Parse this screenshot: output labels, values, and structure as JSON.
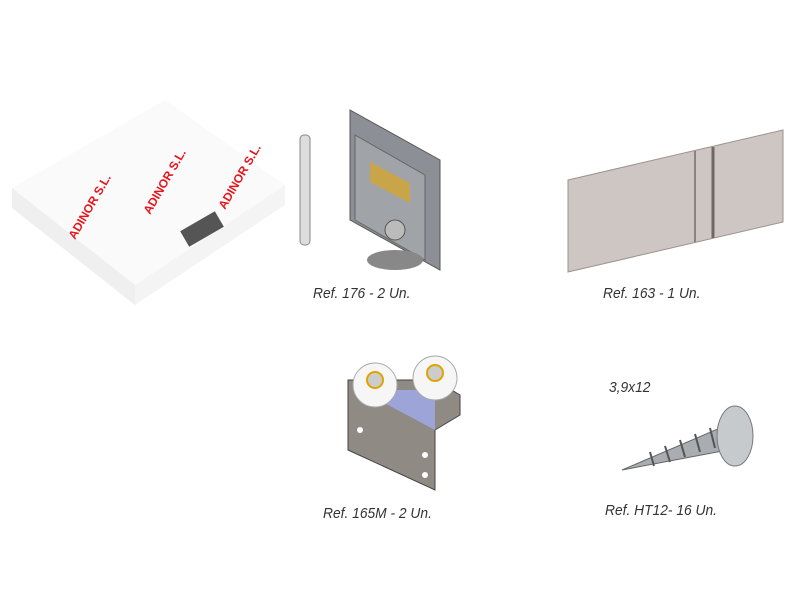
{
  "box": {
    "brand": "ADINOR S.L."
  },
  "items": [
    {
      "caption": "Ref. 176 - 2 Un."
    },
    {
      "caption": "Ref. 163 - 1 Un."
    },
    {
      "caption": "Ref. 165M - 2 Un."
    },
    {
      "caption": "Ref. HT12- 16 Un.",
      "size": "3,9x12"
    }
  ],
  "colors": {
    "brand_red": "#e8141b",
    "caption": "#333333"
  }
}
